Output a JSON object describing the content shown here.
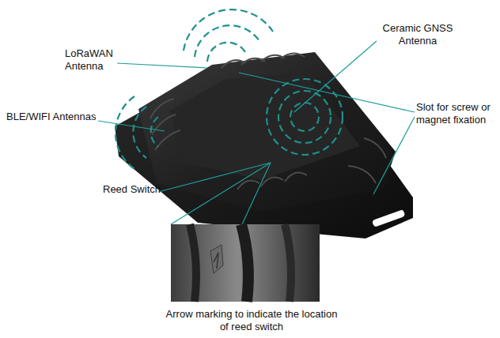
{
  "diagram": {
    "labels": [
      "LoRaWAN Antenna",
      "Ceramic GNSS Antenna",
      "BLE/WIFI Antennas",
      "Slot for screw or magnet fixation",
      "Reed Switch",
      "Arrow marking to indicate the location of reed switch"
    ]
  }
}
